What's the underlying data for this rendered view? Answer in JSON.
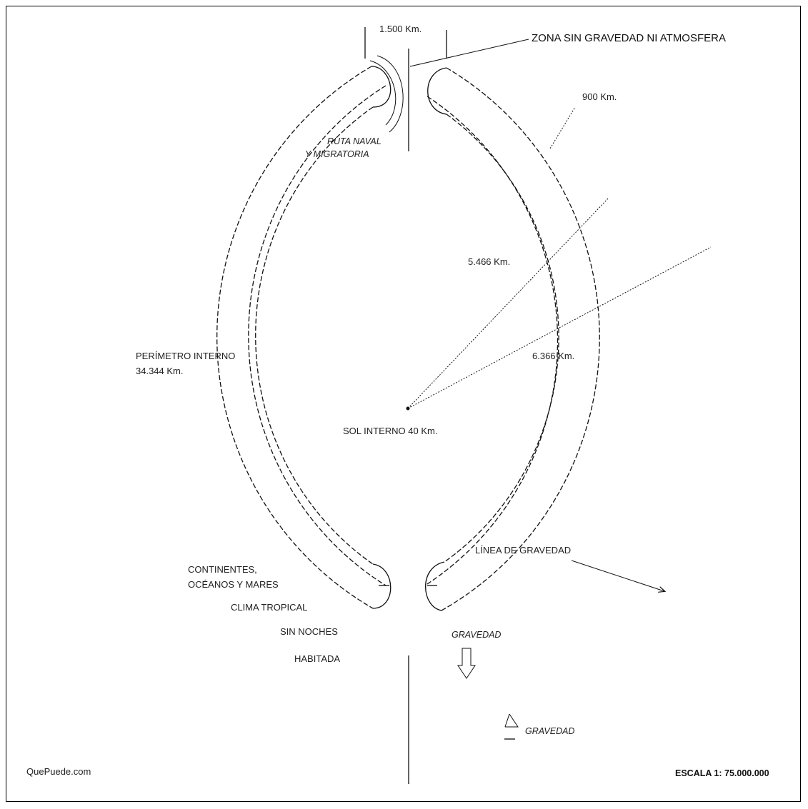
{
  "labels": {
    "gap_width": "1.500 Km.",
    "zone": "ZONA SIN GRAVEDAD NI ATMOSFERA",
    "crust": "900 Km.",
    "naval_route_line1": "RUTA NAVAL",
    "naval_route_line2": "Y MIGRATORIA",
    "inner_radius": "5.466 Km.",
    "outer_radius": "6.366 Km.",
    "perimeter_line1": "PERÍMETRO INTERNO",
    "perimeter_line2": "34.344 Km.",
    "inner_sun": "SOL INTERNO 40 Km.",
    "gravity_line": "LÍNEA DE GRAVEDAD",
    "continents_line1": "CONTINENTES,",
    "continents_line2": "OCÉANOS Y MARES",
    "climate": "CLIMA TROPICAL",
    "no_nights": "SIN NOCHES",
    "inhabited": "HABITADA",
    "gravity_top": "GRAVEDAD",
    "gravity_bottom": "GRAVEDAD",
    "credit": "QuePuede.com",
    "scale": "ESCALA 1: 75.000.000"
  }
}
